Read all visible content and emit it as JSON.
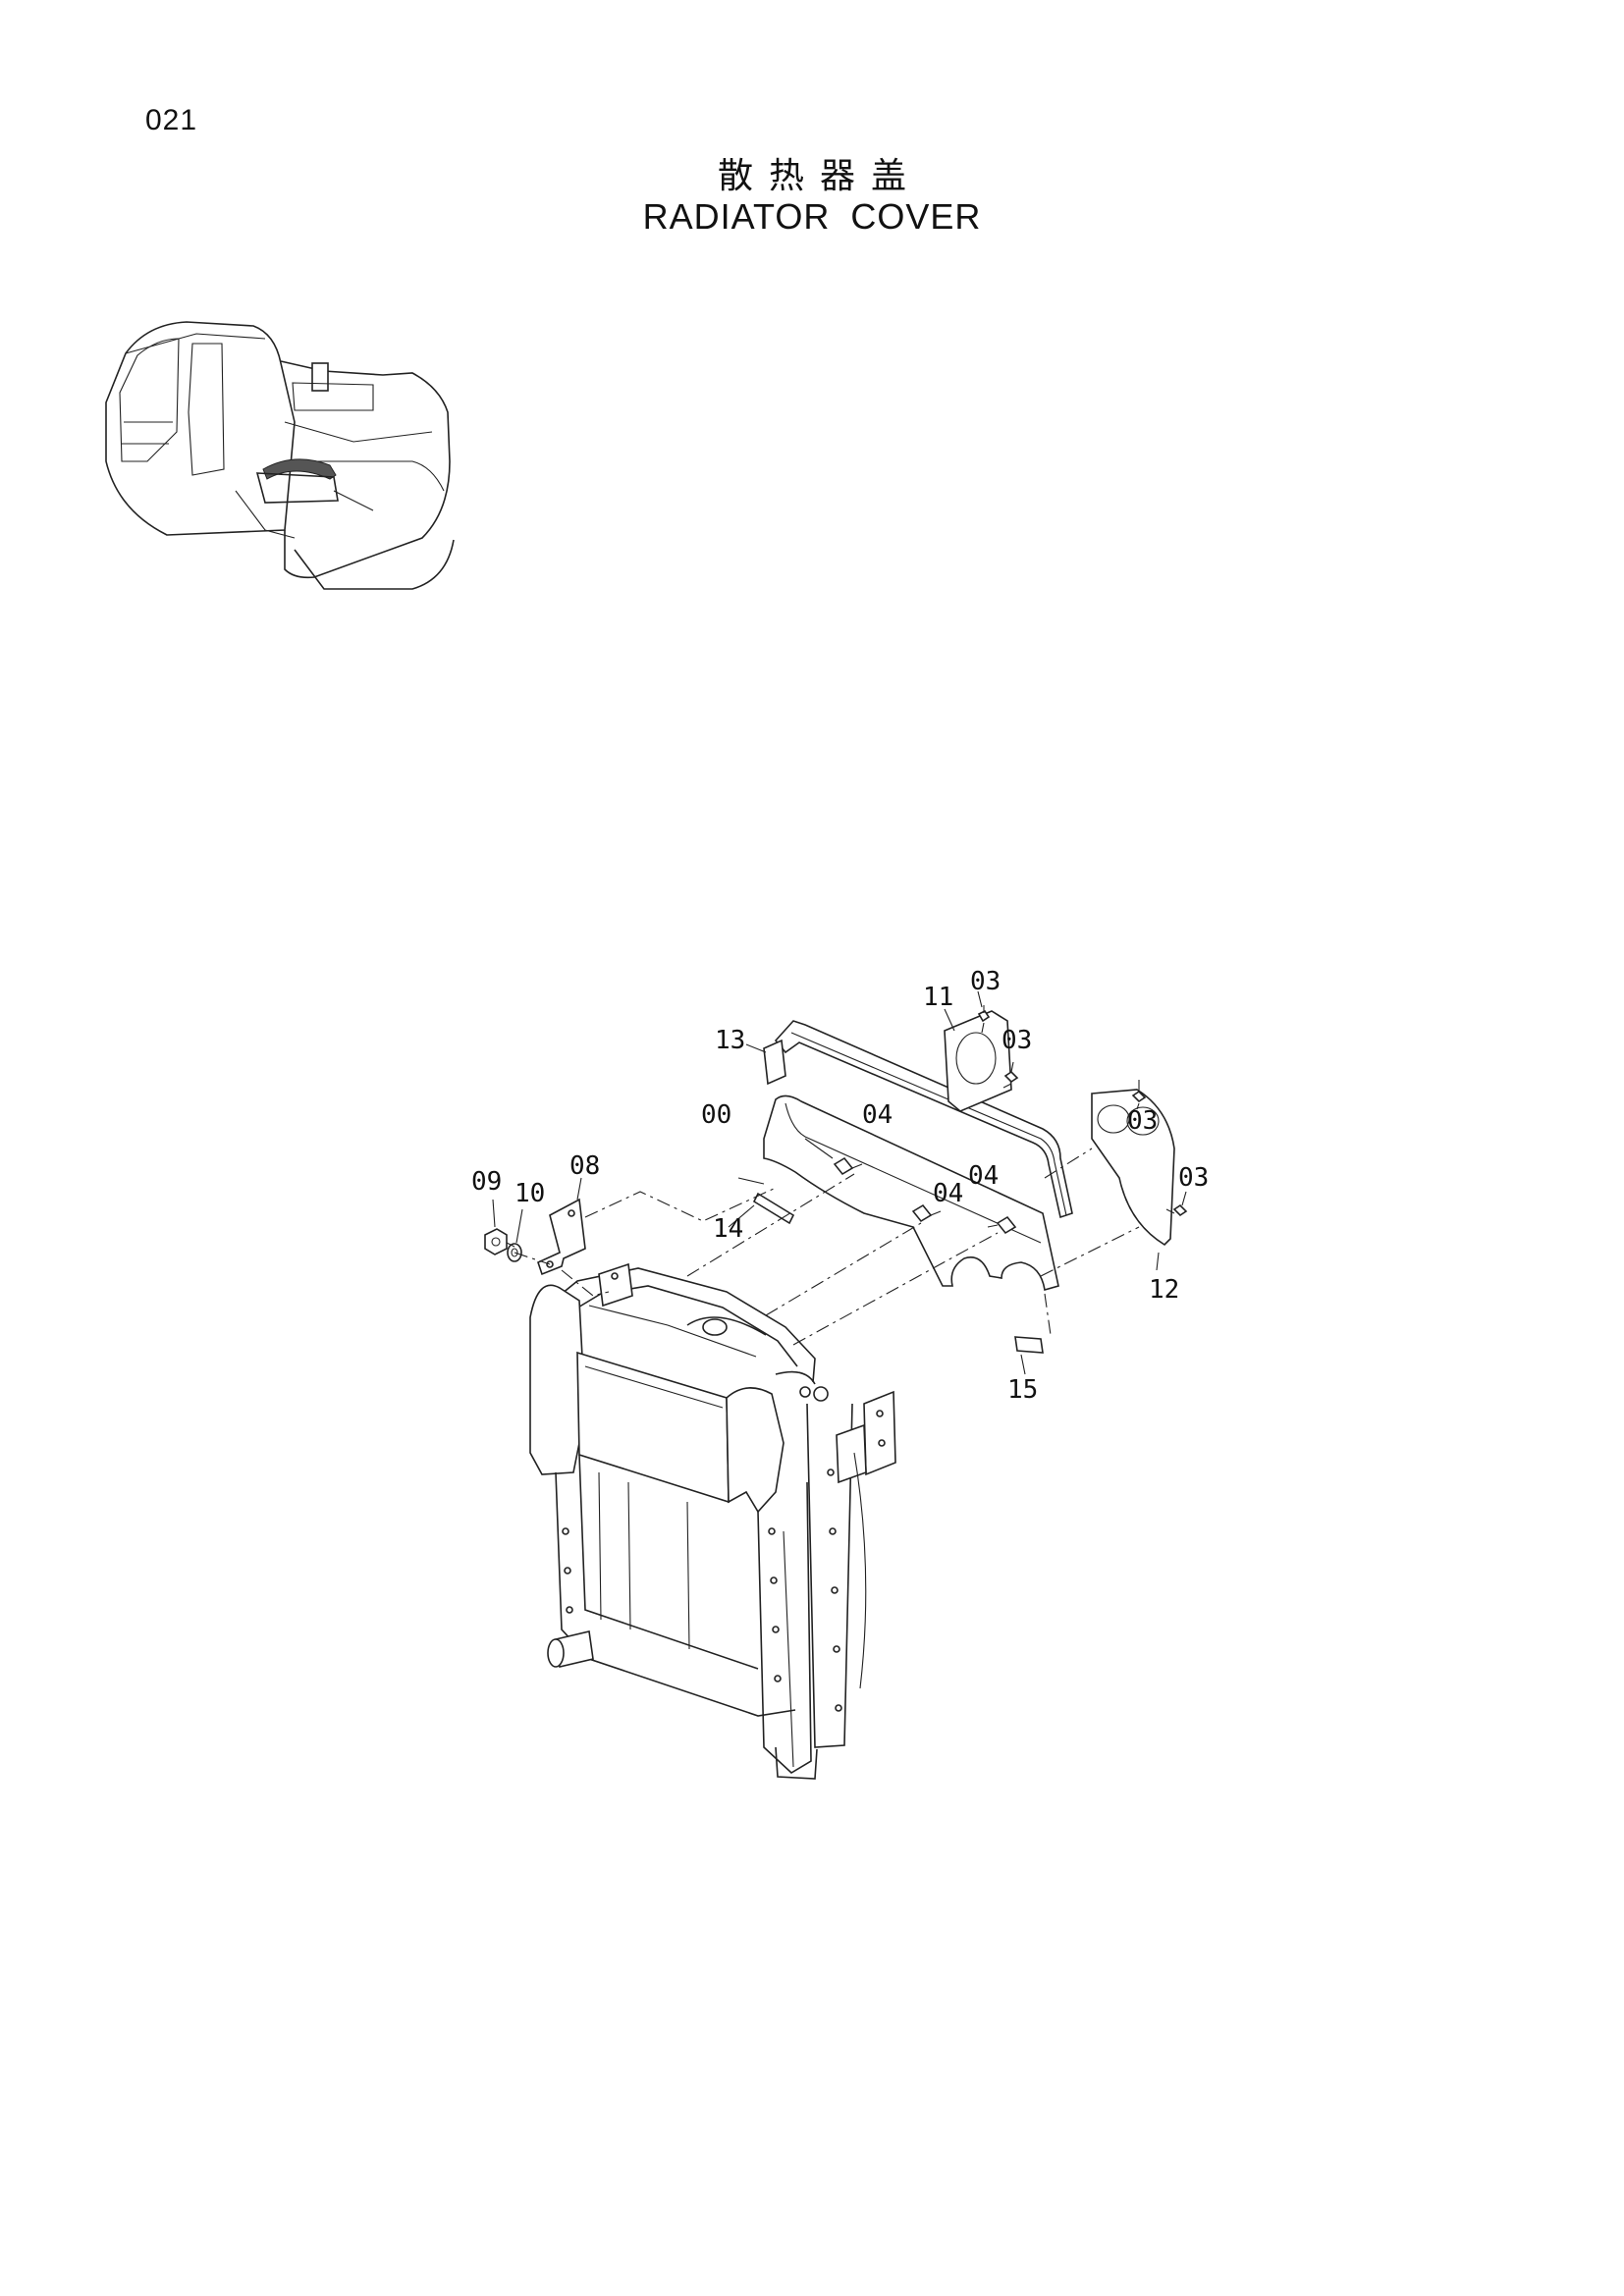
{
  "page": {
    "number": "021",
    "title_cn": "散热器盖",
    "title_en": "RADIATOR  COVER"
  },
  "callouts": {
    "c03a": "03",
    "c11": "11",
    "c03b": "03",
    "c13": "13",
    "c00": "00",
    "c04a": "04",
    "c03c": "03",
    "c03d": "03",
    "c09": "09",
    "c10": "10",
    "c08": "08",
    "c04b": "04",
    "c04c": "04",
    "c14": "14",
    "c12": "12",
    "c15": "15"
  }
}
